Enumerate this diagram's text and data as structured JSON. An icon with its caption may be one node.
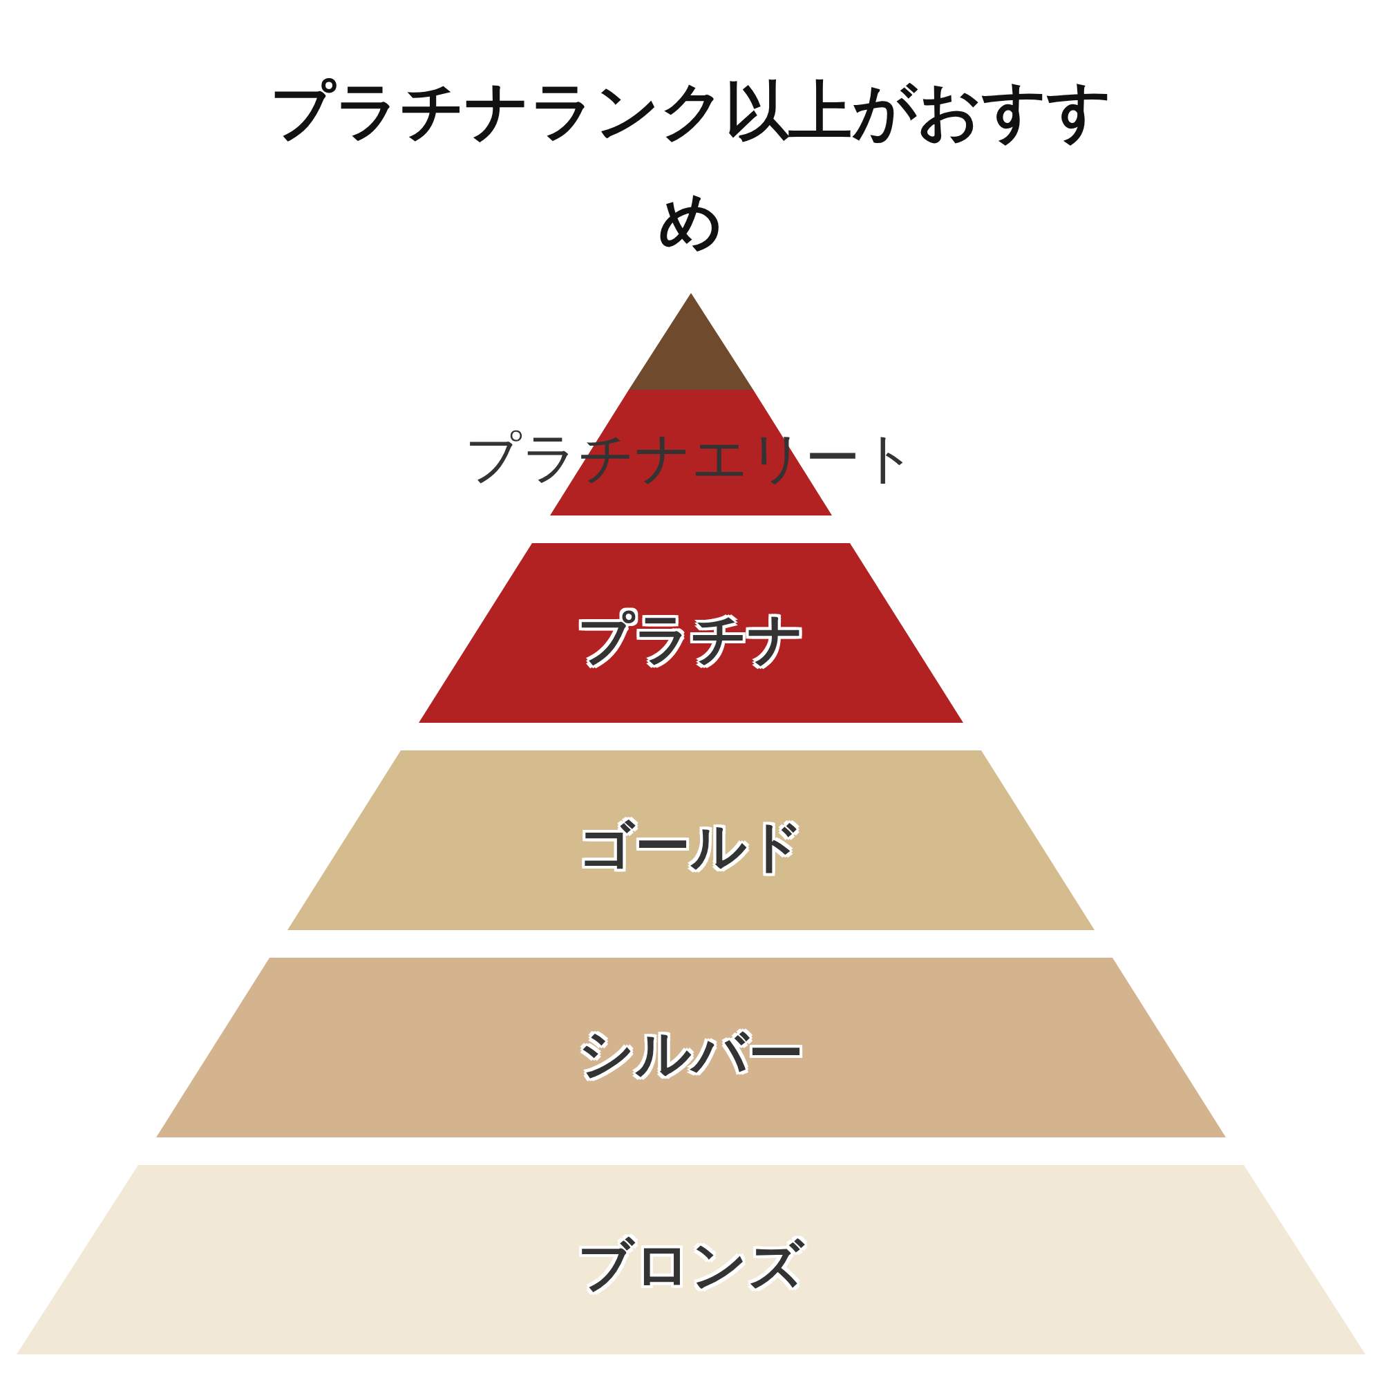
{
  "diagram": {
    "title": "プラチナランク以上がおすすめ",
    "nodes": [
      {
        "text": [],
        "shape": "triangle"
      },
      {
        "text": [
          "プラチナエリート"
        ]
      },
      {
        "text": [
          "プラチナ"
        ]
      },
      {
        "text": [
          "ゴールド"
        ]
      },
      {
        "text": [
          "シルバー"
        ]
      },
      {
        "text": [
          "ブロンズ"
        ]
      }
    ]
  }
}
